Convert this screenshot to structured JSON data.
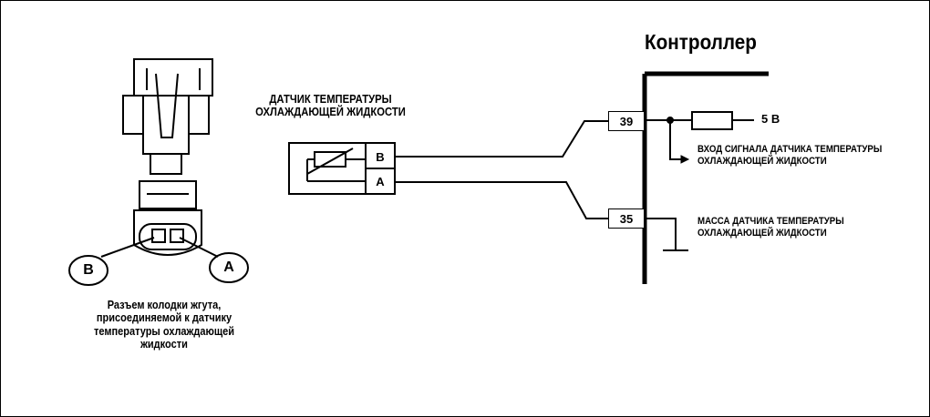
{
  "sensor": {
    "title_line1": "ДАТЧИК ТЕМПЕРАТУРЫ",
    "title_line2": "ОХЛАЖДАЮЩЕЙ ЖИДКОСТИ",
    "pin_b": "B",
    "pin_a": "A"
  },
  "controller": {
    "title": "Контроллер",
    "pin_39": "39",
    "pin_35": "35",
    "supply": "5 В",
    "signal_line1": "ВХОД СИГНАЛА ДАТЧИКА ТЕМПЕРАТУРЫ",
    "signal_line2": "ОХЛАЖДАЮЩЕЙ ЖИДКОСТИ",
    "ground_line1": "МАССА ДАТЧИКА ТЕМПЕРАТУРЫ",
    "ground_line2": "ОХЛАЖДАЮЩЕЙ ЖИДКОСТИ"
  },
  "connector": {
    "label_b": "B",
    "label_a": "A",
    "caption_line1": "Разъем колодки жгута,",
    "caption_line2": "присоединяемой к датчику",
    "caption_line3": "температуры охлаждающей",
    "caption_line4": "жидкости"
  }
}
